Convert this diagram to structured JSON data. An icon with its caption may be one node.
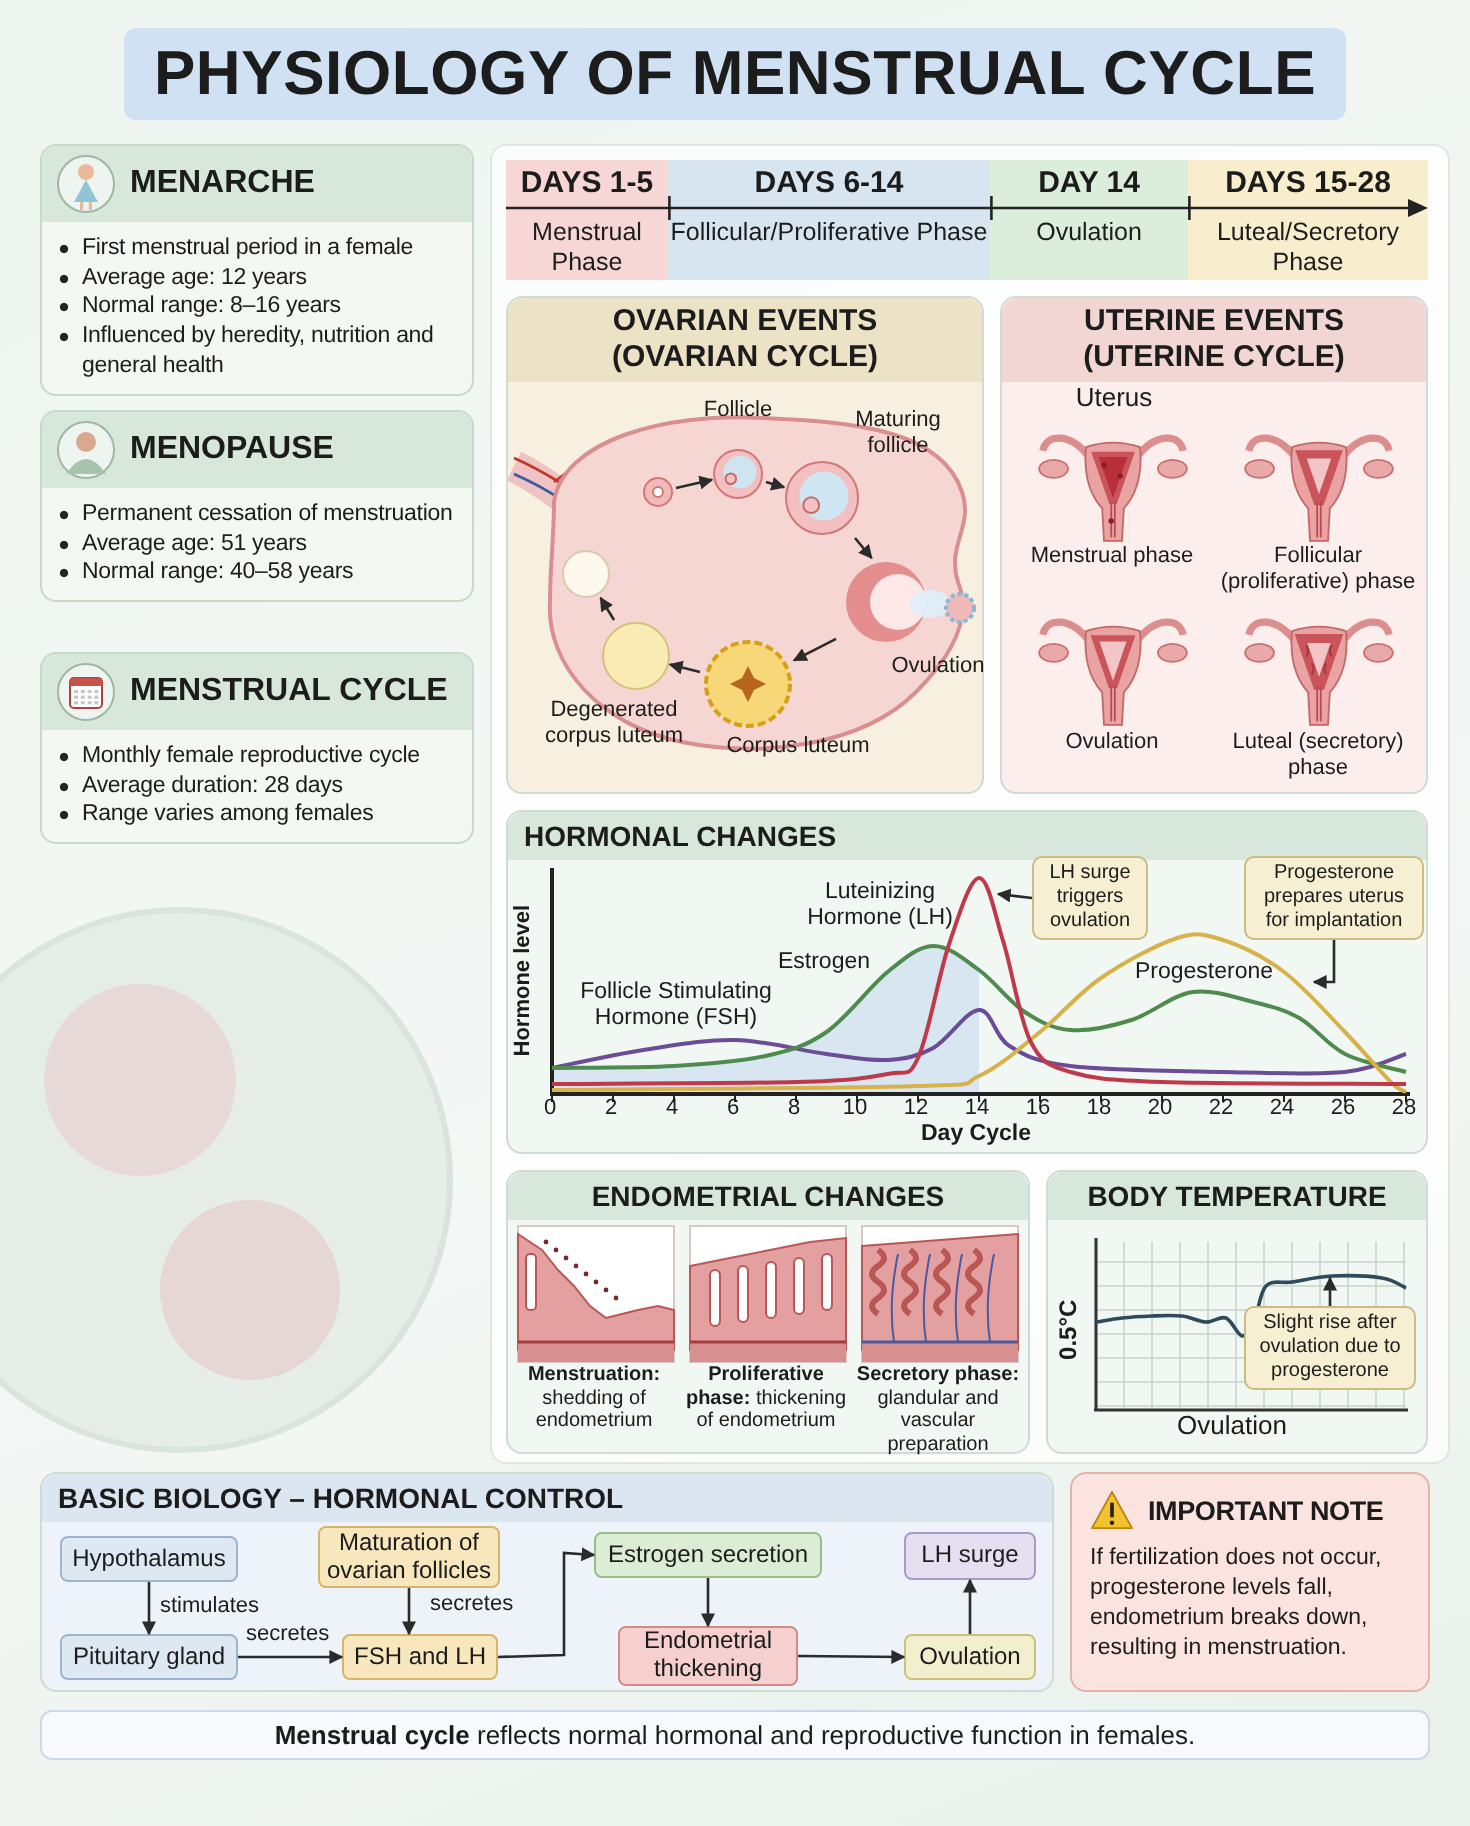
{
  "diagram": {
    "title": "PHYSIOLOGY OF MENSTRUAL CYCLE",
    "caption": "**Menstrual cycle** reflects normal hormonal and reproductive function in females.",
    "nodes": [
      {
        "text": [
          "MENARCHE",
          "First menstrual period in a female",
          "Average age: 12 years",
          "Normal range: 8–16 years",
          "Influenced by heredity, nutrition and general health"
        ]
      },
      {
        "text": [
          "MENOPAUSE",
          "Permanent cessation of menstruation",
          "Average age: 51 years",
          "Normal range: 40–58 years"
        ]
      },
      {
        "text": [
          "MENSTRUAL CYCLE",
          "Monthly female reproductive cycle",
          "Average duration: 28 days",
          "Range varies among females"
        ]
      },
      {
        "text": [
          "DAYS 1-5",
          "Menstrual Phase"
        ]
      },
      {
        "text": [
          "DAYS 6-14",
          "Follicular/Proliferative Phase"
        ]
      },
      {
        "text": [
          "DAY 14",
          "Ovulation"
        ]
      },
      {
        "text": [
          "DAYS 15-28",
          "Luteal/Secretory Phase"
        ]
      },
      {
        "text": [
          "OVARIAN EVENTS (OVARIAN CYCLE)"
        ]
      },
      {
        "text": [],
        "shape": "picture",
        "in": 7
      },
      {
        "text": [],
        "shape": "picture",
        "beside": [
          "Follicle"
        ],
        "in": 7
      },
      {
        "text": [],
        "shape": "picture",
        "beside": [
          "Maturing follicle"
        ],
        "in": 7
      },
      {
        "text": [],
        "shape": "picture",
        "beside": [
          "Ovulation"
        ],
        "in": 7
      },
      {
        "text": [],
        "shape": "picture",
        "beside": [
          "Corpus luteum"
        ],
        "in": 7
      },
      {
        "text": [],
        "shape": "circle",
        "beside": [
          "Degenerated corpus luteum"
        ],
        "in": 7
      },
      {
        "text": [],
        "shape": "circle",
        "in": 7
      },
      {
        "text": [
          "UTERINE EVENTS (UTERINE CYCLE)"
        ]
      },
      {
        "text": [
          "HORMONAL CHANGES"
        ]
      },
      {
        "text": [
          "LH surge triggers ovulation"
        ],
        "in": 16
      },
      {
        "text": [
          "Progesterone prepares uterus for implantation"
        ],
        "in": 16
      },
      {
        "text": [
          "ENDOMETRIAL CHANGES"
        ]
      },
      {
        "text": [
          "BODY TEMPERATURE"
        ]
      },
      {
        "text": [
          "Slight rise after ovulation due to progesterone"
        ],
        "in": 20
      },
      {
        "text": [
          "BASIC BIOLOGY – HORMONAL CONTROL"
        ]
      },
      {
        "text": [
          "Hypothalamus"
        ],
        "in": 22
      },
      {
        "text": [
          "Maturation of ovarian follicles"
        ],
        "in": 22
      },
      {
        "text": [
          "Estrogen secretion"
        ],
        "in": 22
      },
      {
        "text": [
          "LH surge"
        ],
        "in": 22
      },
      {
        "text": [
          "Pituitary gland"
        ],
        "in": 22
      },
      {
        "text": [
          "FSH and LH"
        ],
        "in": 22
      },
      {
        "text": [
          "Endometrial thickening"
        ],
        "in": 22
      },
      {
        "text": [
          "Ovulation"
        ],
        "in": 22
      },
      {
        "text": [
          "IMPORTANT NOTE",
          "If fertilization does not occur, progesterone levels fall, endometrium breaks down, resulting in menstruation."
        ]
      }
    ],
    "edges": [
      {
        "from": 8,
        "to": 9,
        "arrow": "to"
      },
      {
        "from": 9,
        "to": 10,
        "arrow": "to"
      },
      {
        "from": 10,
        "to": 11,
        "arrow": "to"
      },
      {
        "from": 11,
        "to": 12,
        "arrow": "to"
      },
      {
        "from": 12,
        "to": 13,
        "arrow": "to"
      },
      {
        "from": 13,
        "to": 14,
        "arrow": "to"
      },
      {
        "from": 17,
        "to": null,
        "arrow": "to"
      },
      {
        "from": 18,
        "to": null,
        "arrow": "to"
      },
      {
        "from": 21,
        "to": null,
        "arrow": "to"
      },
      {
        "from": 23,
        "to": 27,
        "arrow": "to",
        "label": "stimulates"
      },
      {
        "from": 27,
        "to": 28,
        "arrow": "to",
        "label": "secretes"
      },
      {
        "from": 24,
        "to": 28,
        "arrow": "to",
        "label": "secretes"
      },
      {
        "from": 28,
        "to": 25,
        "arrow": "to"
      },
      {
        "from": 25,
        "to": 29,
        "arrow": "to"
      },
      {
        "from": 29,
        "to": 30,
        "arrow": "to"
      },
      {
        "from": 30,
        "to": 26,
        "arrow": "to"
      }
    ],
    "labels": [
      "Uterus",
      "Menstrual phase",
      "Follicular (proliferative) phase",
      "Ovulation",
      "Luteal (secretory) phase",
      "Luteinizing Hormone (LH)",
      "Estrogen",
      "Follicle Stimulating Hormone (FSH)",
      "Progesterone",
      "Hormone level",
      "0",
      "2",
      "4",
      "6",
      "8",
      "10",
      "12",
      "14",
      "16",
      "18",
      "20",
      "22",
      "24",
      "26",
      "28",
      "Day Cycle",
      "**Menstruation:** shedding of endometrium",
      "**Proliferative phase:** thickening of endometrium",
      "**Secretory phase:** glandular and vascular preparation",
      "0.5°C",
      "Ovulation"
    ]
  }
}
